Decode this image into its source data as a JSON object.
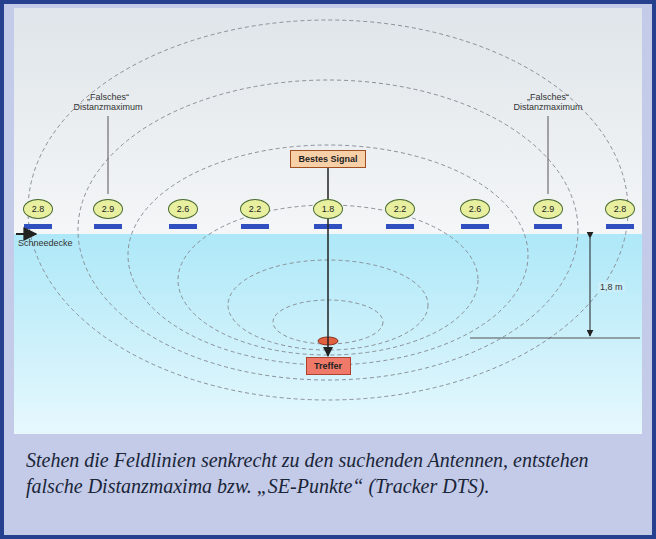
{
  "diagram": {
    "caption": "Stehen die Feldlinien senkrecht zu den suchenden Antennen, entstehen falsche Distanzmaxima bzw. „SE-Punkte“ (Tracker DTS).",
    "nodes": [
      {
        "text": [
          "Bestes Signal"
        ]
      },
      {
        "text": [
          "2.8"
        ]
      },
      {
        "text": [
          "2.9"
        ]
      },
      {
        "text": [
          "2.6"
        ]
      },
      {
        "text": [
          "2.2"
        ]
      },
      {
        "text": [
          "1.8"
        ]
      },
      {
        "text": [
          "2.2"
        ]
      },
      {
        "text": [
          "2.6"
        ]
      },
      {
        "text": [
          "2.9"
        ]
      },
      {
        "text": [
          "2.8"
        ]
      },
      {
        "text": [
          "Treffer"
        ]
      }
    ],
    "edges": [
      {
        "from": 0,
        "to": 10,
        "arrow": "to"
      }
    ],
    "labels": [
      "„Falsches“ Distanzmaximum",
      "„Falsches“ Distanzmaximum",
      "Schneedecke",
      "1,8 m"
    ]
  }
}
